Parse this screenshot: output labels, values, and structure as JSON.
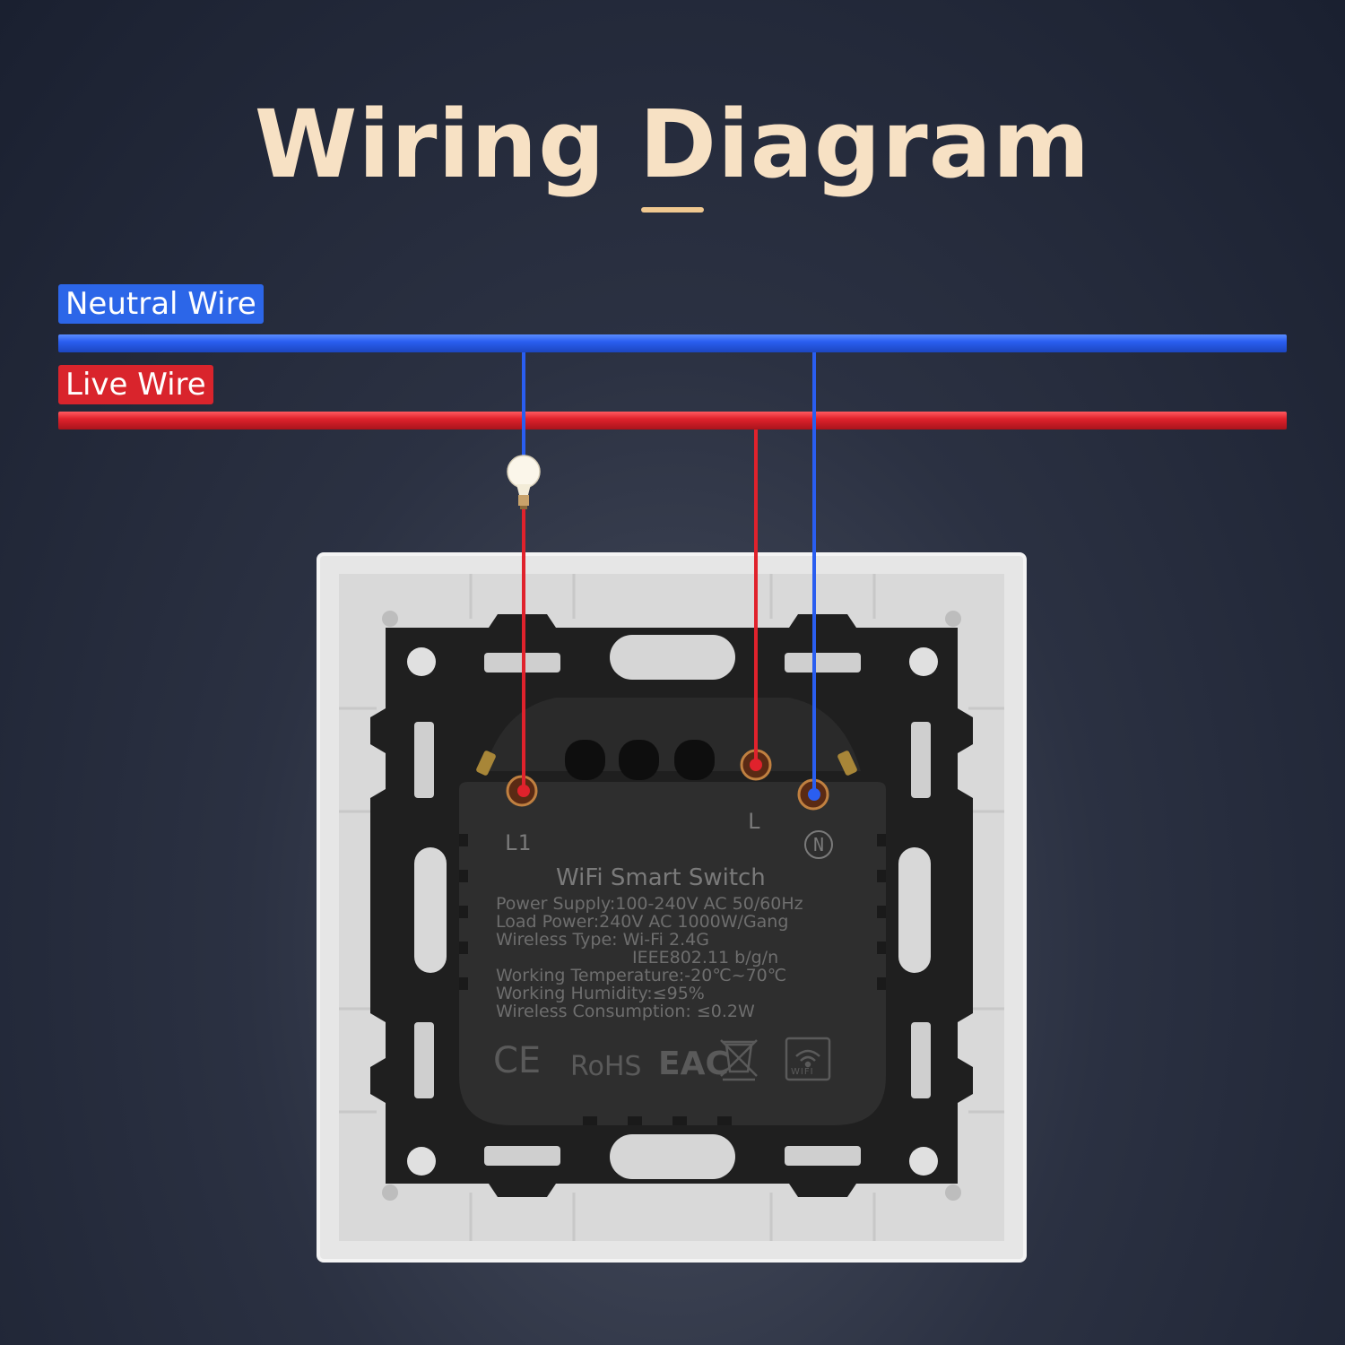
{
  "title": "Wiring Diagram",
  "wires": {
    "neutral_label": "Neutral Wire",
    "live_label": "Live Wire"
  },
  "terminals": {
    "l1": "L1",
    "l": "L",
    "n": "N"
  },
  "device": {
    "name": "WiFi Smart Switch",
    "specs": [
      "Power Supply:100-240V AC 50/60Hz",
      "Load Power:240V AC 1000W/Gang",
      "Wireless Type: Wi-Fi 2.4G",
      "IEEE802.11 b/g/n",
      "Working Temperature:-20℃~70℃",
      "Working Humidity:≤95%",
      "Wireless Consumption: ≤0.2W"
    ],
    "certifications": {
      "ce": "CE",
      "rohs": "RoHS",
      "eac": "EAC",
      "wifi": "WIFI"
    }
  },
  "colors": {
    "title": "#f7e1c4",
    "neutral": "#2c66e8",
    "live": "#d9242c"
  }
}
